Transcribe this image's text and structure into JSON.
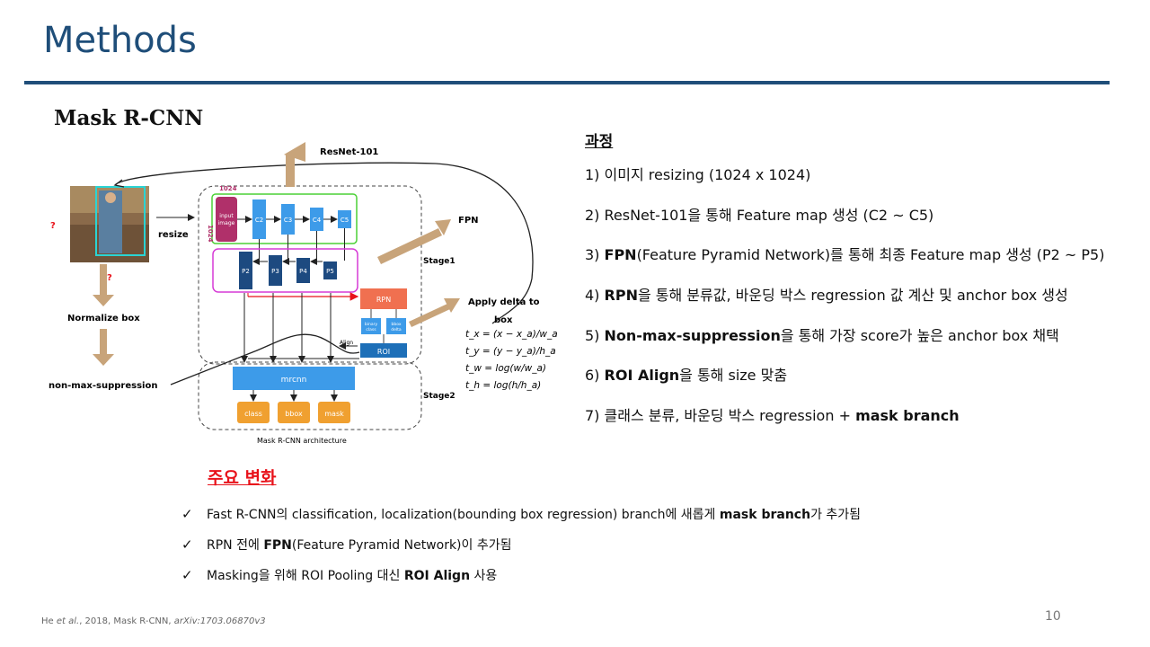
{
  "slide": {
    "title": "Methods",
    "subtitle": "Mask R-CNN",
    "page_number": "10"
  },
  "diagram": {
    "resnet_label": "ResNet-101",
    "fpn_label": "FPN",
    "size_label_top": "1024",
    "size_label_side": "1024",
    "input_label_1": "input",
    "input_label_2": "image",
    "c_labels": [
      "C2",
      "C3",
      "C4",
      "C5"
    ],
    "p_labels": [
      "P2",
      "P3",
      "P4",
      "P5"
    ],
    "resize_label": "resize",
    "question_mark": "?",
    "normalize_label": "Normalize box",
    "nms_label": "non-max-suppression",
    "stage1_label": "Stage1",
    "stage2_label": "Stage2",
    "rpn_label": "RPN",
    "binary_1": "binary",
    "binary_2": "class",
    "bbox_delta_1": "bbox",
    "bbox_delta_2": "delta",
    "align_label": "Align",
    "roi_label": "ROI",
    "apply_delta_1": "Apply delta to",
    "apply_delta_2": "box",
    "formulas": [
      "t_x = (x − x_a)/w_a",
      "t_y = (y − y_a)/h_a",
      "t_w = log(w/w_a)",
      "t_h = log(h/h_a)"
    ],
    "mrcnn_label": "mrcnn",
    "head_labels": [
      "class",
      "bbox",
      "mask"
    ],
    "caption": "Mask R-CNN architecture"
  },
  "process": {
    "heading": "과정",
    "steps": [
      {
        "pre": "1) 이미지 resizing (1024 x 1024)",
        "bold": "",
        "post": ""
      },
      {
        "pre": "2) ResNet-101을 통해 Feature map 생성 (C2 ~ C5)",
        "bold": "",
        "post": ""
      },
      {
        "pre": "3) ",
        "bold": "FPN",
        "post": "(Feature Pyramid Network)를 통해 최종 Feature map 생성 (P2 ~ P5)"
      },
      {
        "pre": "4) ",
        "bold": "RPN",
        "post": "을 통해 분류값, 바운딩 박스 regression 값 계산 및 anchor box 생성"
      },
      {
        "pre": "5) ",
        "bold": "Non-max-suppression",
        "post": "을 통해 가장 score가 높은 anchor box 채택"
      },
      {
        "pre": "6) ",
        "bold": "ROI Align",
        "post": "을 통해 size 맞춤"
      },
      {
        "pre": "7) 클래스 분류, 바운딩 박스 regression + ",
        "bold": "mask branch",
        "post": ""
      }
    ]
  },
  "changes": {
    "heading": "주요 변화",
    "check_glyph": "✓",
    "items": [
      {
        "pre": "Fast R-CNN의 classification, localization(bounding box regression) branch에 새롭게 ",
        "bold": "mask branch",
        "post": "가 추가됨"
      },
      {
        "pre": "RPN 전에 ",
        "bold": "FPN",
        "post": "(Feature Pyramid Network)이 추가됨"
      },
      {
        "pre": "Masking을 위해 ROI Pooling 대신 ",
        "bold": "ROI Align",
        "post": " 사용"
      }
    ]
  },
  "footer": {
    "pre": "He ",
    "italic": "et al.",
    "mid": ", 2018, Mask R-CNN, ",
    "italic2": "arXiv:1703.06870v3"
  },
  "colors": {
    "title_blue": "#1f4e79",
    "accent_red": "#e8121a",
    "arrow_tan": "#c8a47a",
    "backbone_green": "#4cd137",
    "fpn_magenta": "#d63ad6",
    "c_blue": "#3d9be9",
    "p_navy": "#1d4a80",
    "rpn_orange": "#f07050",
    "head_orange": "#f0a030",
    "input_maroon": "#b0306a"
  }
}
